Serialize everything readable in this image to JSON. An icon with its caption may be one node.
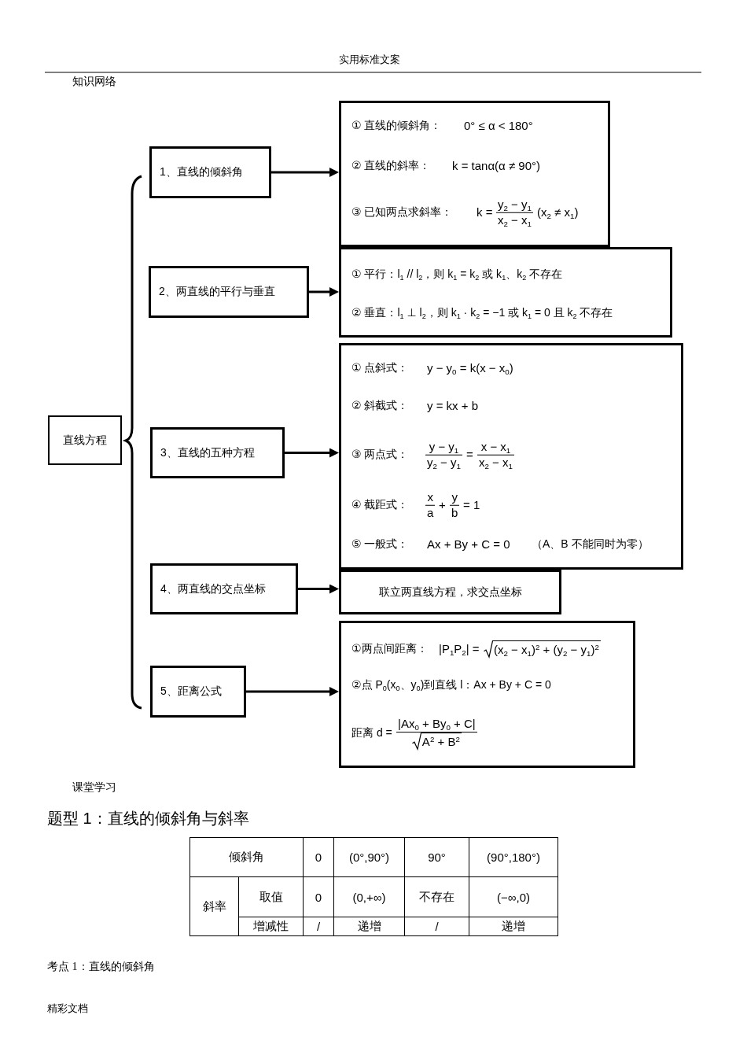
{
  "diagram": {
    "nodes": [
      {
        "text": [
          "直线方程"
        ]
      },
      {
        "text": [
          "1、直线的倾斜角"
        ]
      },
      {
        "text": [
          "2、两直线的平行与垂直"
        ]
      },
      {
        "text": [
          "3、直线的五种方程"
        ]
      },
      {
        "text": [
          "4、两直线的交点坐标"
        ]
      },
      {
        "text": [
          "5、距离公式"
        ]
      },
      {
        "text": [
          "① 直线的倾斜角：",
          "0° ≤ α < 180°",
          "② 直线的斜率：",
          "k = tanα(α ≠ 90°)",
          "③ 已知两点求斜率：",
          "k =",
          "y$_{2}$ − y$_{1}$",
          "x$_{2}$ − x$_{1}$",
          "(x$_{2}$ ≠ x$_{1}$)"
        ]
      },
      {
        "text": [
          "① 平行：l$_{1}$ // l$_{2}$，则 k$_{1}$ = k$_{2}$ 或 k$_{1}$、k$_{2}$ 不存在",
          "② 垂直：l$_{1}$ ⊥ l$_{2}$，则 k$_{1}$ · k$_{2}$ = −1 或 k$_{1}$ = 0 且 k$_{2}$ 不存在"
        ]
      },
      {
        "text": [
          "① 点斜式：",
          "y − y$_{0}$ = k(x − x$_{0}$)",
          "② 斜截式：",
          "y = kx + b",
          "③ 两点式：",
          "y − y$_{1}$",
          "y$_{2}$ − y$_{1}$",
          "=",
          "x − x$_{1}$",
          "x$_{2}$ − x$_{1}$",
          "④ 截距式：",
          "x",
          "a",
          "+",
          "y",
          "b",
          "= 1",
          "⑤ 一般式：",
          "Ax + By + C = 0",
          "（A、B 不能同时为零）"
        ]
      },
      {
        "text": [
          "联立两直线方程，求交点坐标"
        ]
      },
      {
        "text": [
          "①两点间距离：",
          "|P$_{1}$P$_{2}$| =",
          "(x$_{2}$ − x$_{1}$)$^{2}$ + (y$_{2}$ − y$_{1}$)$^{2}$",
          "②点 P$_{0}$(x$_{0}$、y$_{0}$)到直线 l：Ax + By + C = 0",
          "距离 d =",
          "|Ax$_{0}$ + By$_{0}$ + C|",
          "A$^{2}$ + B$^{2}$"
        ]
      }
    ],
    "edges": [
      {
        "from": 1,
        "to": 6,
        "arrow": "to"
      },
      {
        "from": 2,
        "to": 7,
        "arrow": "to"
      },
      {
        "from": 3,
        "to": 8,
        "arrow": "to"
      },
      {
        "from": 4,
        "to": 9,
        "arrow": "to"
      },
      {
        "from": 5,
        "to": 10,
        "arrow": "to"
      }
    ],
    "labels": [
      "实用标准文案",
      "知识网络",
      "课堂学习",
      "题型 1：直线的倾斜角与斜率",
      "倾斜角",
      "0",
      "(0°,90°)",
      "90°",
      "(90°,180°)",
      "斜率",
      "取值",
      "0",
      "(0,+∞)",
      "不存在",
      "(−∞,0)",
      "增减性",
      "/",
      "递增",
      "/",
      "递增",
      "考点 1：直线的倾斜角",
      "精彩文档"
    ]
  }
}
